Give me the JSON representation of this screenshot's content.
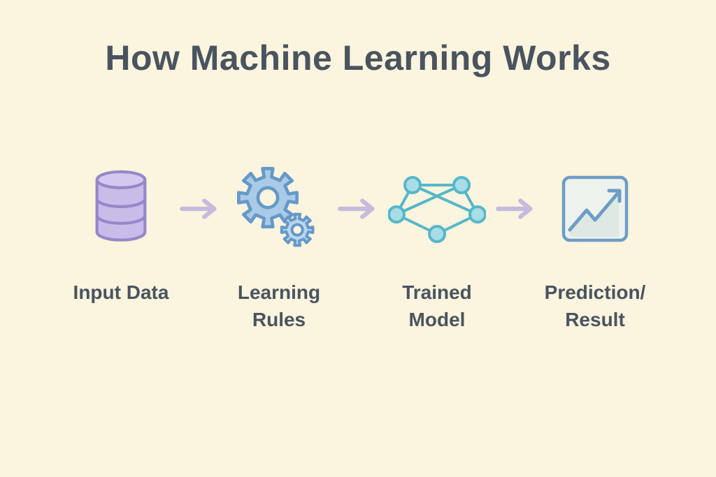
{
  "page": {
    "title": "How Machine Learning Works",
    "background_color": "#fbf4de",
    "text_color": "#49545f"
  },
  "steps": [
    {
      "label": "Input Data",
      "icon": "database-icon"
    },
    {
      "label": "Learning\nRules",
      "icon": "gears-icon"
    },
    {
      "label": "Trained\nModel",
      "icon": "neural-network-icon"
    },
    {
      "label": "Prediction/\nResult",
      "icon": "chart-arrow-icon"
    }
  ],
  "connector": {
    "icon": "arrow-right-icon",
    "color": "#c6bade"
  },
  "colors": {
    "database_fill": "#c9bce9",
    "database_top_fill": "#d4c8ef",
    "database_outline": "#9588c8",
    "gear_fill": "#a9cbe8",
    "gear_small_fill": "#b9d6ee",
    "gear_outline": "#6699c8",
    "network_node_fill": "#a8dde6",
    "network_outline": "#56b7c8",
    "chart_outline": "#6d9dc5",
    "chart_box_fill": "#eef2ec",
    "chart_area_fill": "#dfe9e4"
  }
}
